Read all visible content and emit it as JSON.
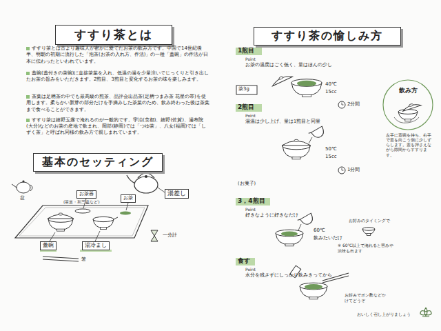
{
  "diagram": {
    "nodes": [
      {
        "text": [
          "すすり茶とは"
        ]
      },
      {
        "text": [
          "基本のセッティング"
        ]
      },
      {
        "text": [
          "お茶器"
        ]
      },
      {
        "text": [
          "お茶"
        ]
      },
      {
        "text": [
          "湯差し"
        ]
      },
      {
        "text": [
          "蓋碗"
        ]
      },
      {
        "text": [
          "湯冷まし"
        ]
      },
      {
        "text": [
          "すすり茶の愉しみ方"
        ]
      },
      {
        "text": [
          "飲み方"
        ]
      }
    ],
    "labels": [
      "すすり茶とは古より趣味人が密かに愛でたお茶の飲み方です。中国で14世紀後半、明朝の初期に流行した「泡茶(お茶の入れ方、作法)」の一種「蓋碗」の作法が日本に伝わったといわれています。",
      "蓋碗(蓋付きの茶碗)に直接茶葉を入れ、低温の湯を少量注いでじっくりと引き出したお茶の旨みをいただきます。2煎目、3煎目と変化するお茶の味を楽しみます。",
      "茶葉は足柄茶の中でも最高級の煎茶、品評会出品茶(足柄つまみ茶 花星の帯)を使用します。柔らかい新芽の部分だけを手摘みした茶葉のため、飲み終わった後は茶葉まで食べることができます。",
      "すすり茶は嬉野玉露で淹れるのが一般的です。宇治(京都)、嬉野(佐賀)、湯布院(大分)などのお茶の産地で飲まれ、岡部(静岡)では「つゆ茶」、八女(福岡)では「しずく茶」と呼ばれ同様の飲み方で親しまれています。",
      "盆",
      "(茶葉・和三盆など)",
      "一分計",
      "箸",
      "1煎目",
      "Point",
      "お茶の温度はごく低く、量はほんの少し",
      "茶3g",
      "40℃",
      "15cc",
      "2分間",
      "左手に蓋碗を持ち、右手で蓋を向こう側に少しずらします。蓋を押さえながら隙間からすすります。",
      "2煎目",
      "Point",
      "湯温は少し上げ、量は1煎目と同量",
      "50℃",
      "15cc",
      "1分間",
      "(お菓子)",
      "3，4煎目",
      "Point",
      "好きなように好きなだけ",
      "お好みのタイミングで",
      "60℃",
      "飲みたいだけ",
      "※ 60℃以上で淹れると苦みや渋味も出ます",
      "食す",
      "Point",
      "水分を残さずにしっかり飲みきってから",
      "お好みでポン酢などかけてどうぞ",
      "おいしく召し上がりましょう"
    ]
  }
}
